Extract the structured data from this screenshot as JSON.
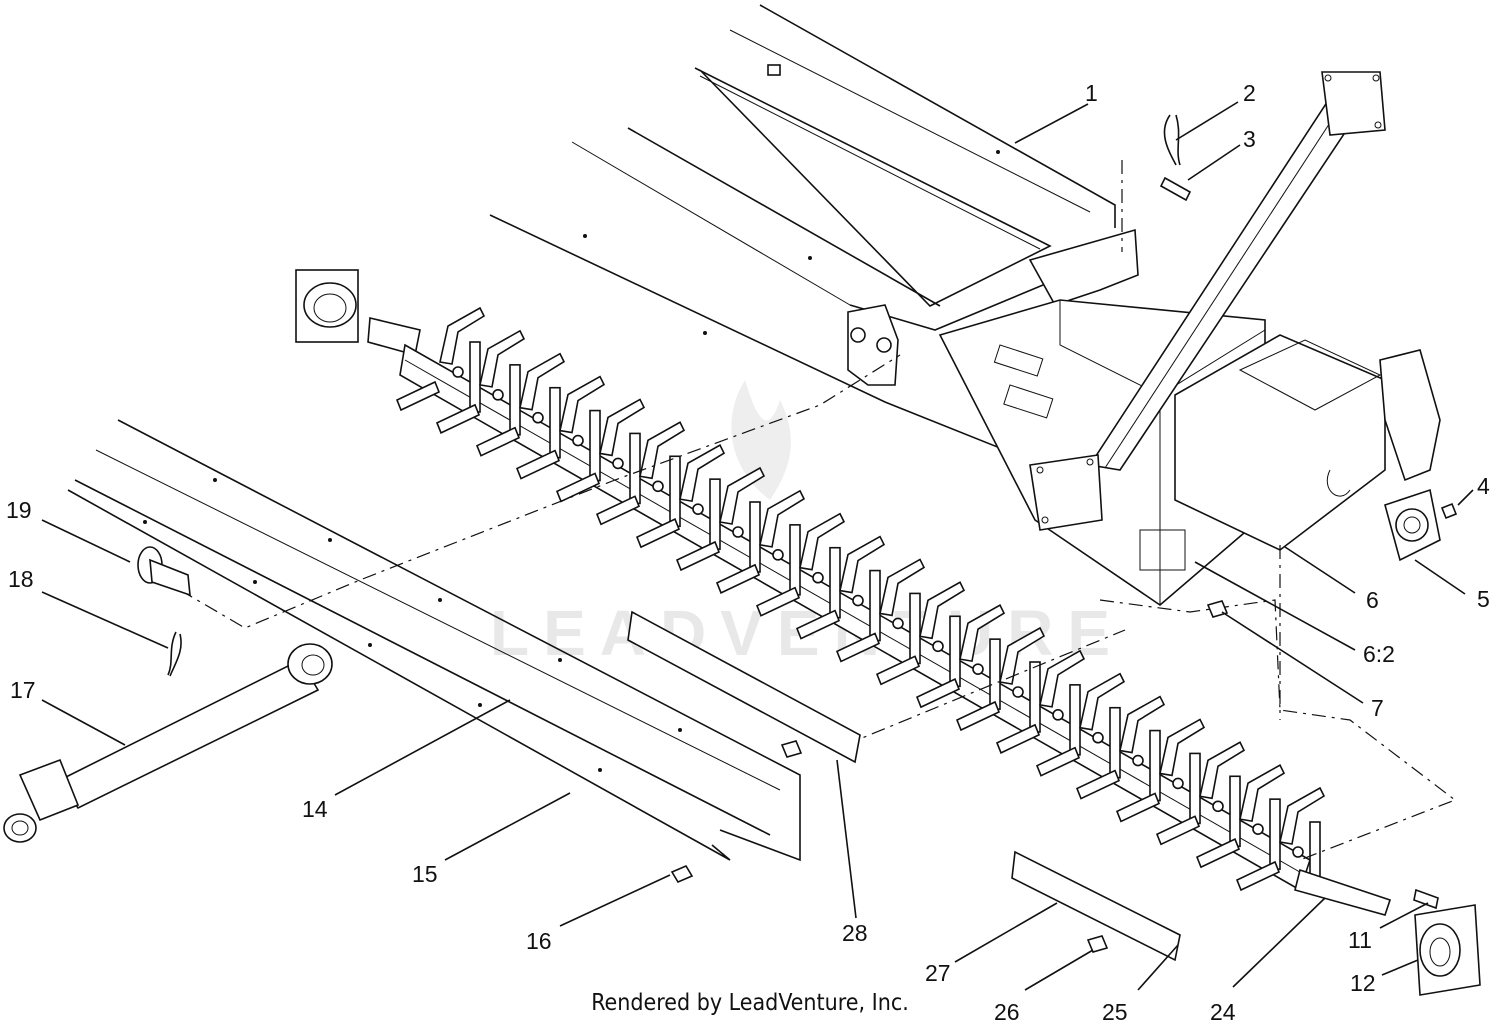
{
  "footer": "Rendered by LeadVenture, Inc.",
  "watermark": "LEADVENTURE",
  "callouts": [
    "1",
    "2",
    "3",
    "4",
    "5",
    "6",
    "7",
    "6:2",
    "11",
    "12",
    "14",
    "15",
    "16",
    "17",
    "18",
    "19",
    "24",
    "25",
    "26",
    "27",
    "28"
  ]
}
